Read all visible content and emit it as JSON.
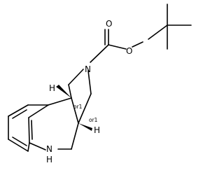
{
  "molecule": {
    "atoms": {
      "carbonyl_oxygen": "O",
      "ester_oxygen": "O",
      "pyrrolidine_nitrogen": "N",
      "amine_nitrogen": "N",
      "amine_hydrogen": "H",
      "stereo_hydrogen_upper": "H",
      "stereo_hydrogen_lower": "H"
    },
    "stereo_labels": {
      "upper": "or1",
      "lower": "or1"
    }
  }
}
